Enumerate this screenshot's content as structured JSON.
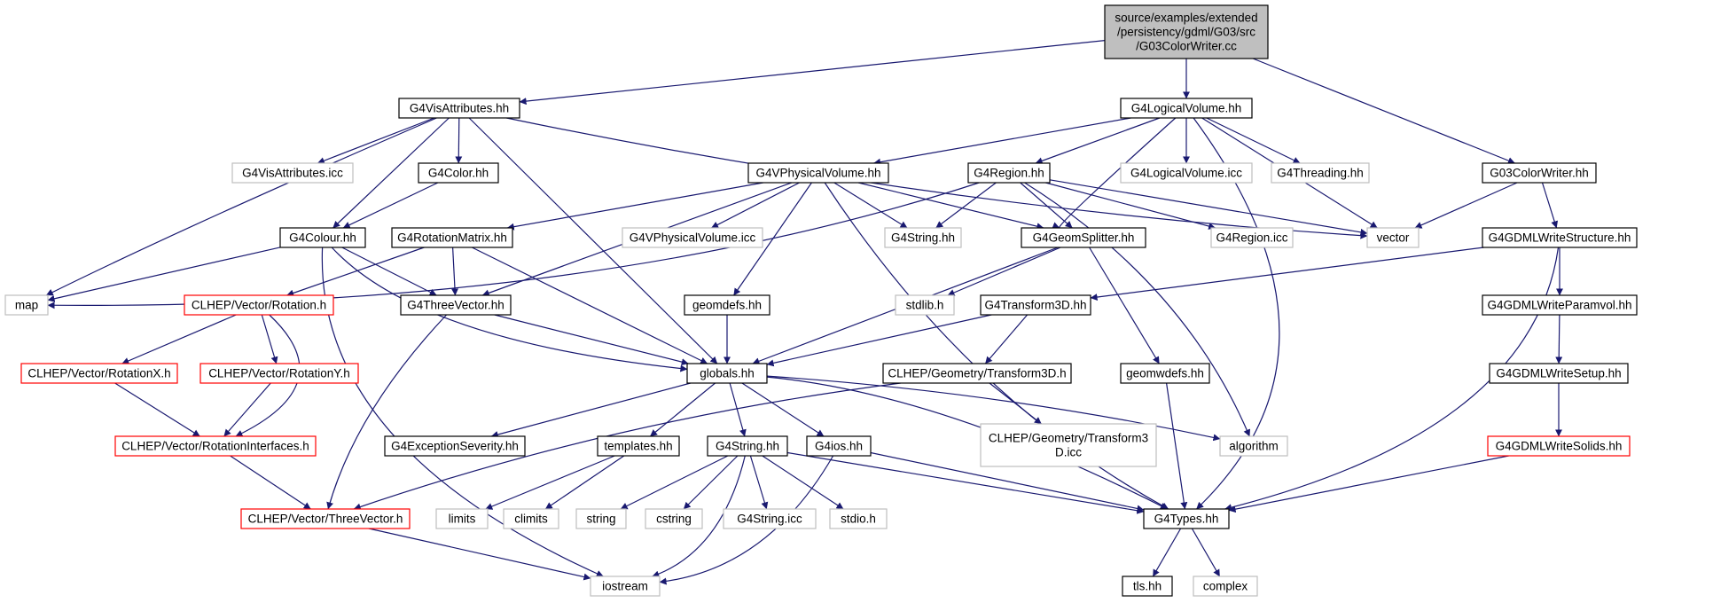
{
  "diagram": {
    "kind": "include dependency graph",
    "colors": {
      "edge": "#191970",
      "text": "#000000",
      "border_normal": "#000000",
      "border_external": "#bfbfbf",
      "border_truncated": "#ff0000",
      "root_fill": "#bfbfbf",
      "fill": "#ffffff"
    },
    "nodes": [
      {
        "id": "root",
        "lines": [
          "source/examples/extended",
          "/persistency/gdml/G03/src",
          "/G03ColorWriter.cc"
        ],
        "style": "root"
      },
      {
        "id": "G4VisAttributes_hh",
        "lines": [
          "G4VisAttributes.hh"
        ],
        "style": "normal"
      },
      {
        "id": "G4LogicalVolume_hh",
        "lines": [
          "G4LogicalVolume.hh"
        ],
        "style": "normal"
      },
      {
        "id": "G03ColorWriter_hh",
        "lines": [
          "G03ColorWriter.hh"
        ],
        "style": "normal"
      },
      {
        "id": "G4VisAttributes_icc",
        "lines": [
          "G4VisAttributes.icc"
        ],
        "style": "external"
      },
      {
        "id": "G4Color_hh",
        "lines": [
          "G4Color.hh"
        ],
        "style": "normal"
      },
      {
        "id": "G4VPhysicalVolume_hh",
        "lines": [
          "G4VPhysicalVolume.hh"
        ],
        "style": "normal"
      },
      {
        "id": "G4Region_hh",
        "lines": [
          "G4Region.hh"
        ],
        "style": "normal"
      },
      {
        "id": "G4LogicalVolume_icc",
        "lines": [
          "G4LogicalVolume.icc"
        ],
        "style": "external"
      },
      {
        "id": "G4Threading_hh",
        "lines": [
          "G4Threading.hh"
        ],
        "style": "external"
      },
      {
        "id": "G4Colour_hh",
        "lines": [
          "G4Colour.hh"
        ],
        "style": "normal"
      },
      {
        "id": "G4RotationMatrix_hh",
        "lines": [
          "G4RotationMatrix.hh"
        ],
        "style": "normal"
      },
      {
        "id": "G4VPhysicalVolume_icc",
        "lines": [
          "G4VPhysicalVolume.icc"
        ],
        "style": "external"
      },
      {
        "id": "G4String_hh_ext",
        "lines": [
          "G4String.hh"
        ],
        "style": "external"
      },
      {
        "id": "G4GeomSplitter_hh",
        "lines": [
          "G4GeomSplitter.hh"
        ],
        "style": "normal"
      },
      {
        "id": "G4Region_icc",
        "lines": [
          "G4Region.icc"
        ],
        "style": "external"
      },
      {
        "id": "vector",
        "lines": [
          "vector"
        ],
        "style": "external"
      },
      {
        "id": "G4GDMLWriteStructure_hh",
        "lines": [
          "G4GDMLWriteStructure.hh"
        ],
        "style": "normal"
      },
      {
        "id": "map",
        "lines": [
          "map"
        ],
        "style": "external"
      },
      {
        "id": "CLHEP_Rotation_h",
        "lines": [
          "CLHEP/Vector/Rotation.h"
        ],
        "style": "truncated"
      },
      {
        "id": "G4ThreeVector_hh",
        "lines": [
          "G4ThreeVector.hh"
        ],
        "style": "normal"
      },
      {
        "id": "geomdefs_hh",
        "lines": [
          "geomdefs.hh"
        ],
        "style": "normal"
      },
      {
        "id": "stdlib_h",
        "lines": [
          "stdlib.h"
        ],
        "style": "external"
      },
      {
        "id": "G4Transform3D_hh",
        "lines": [
          "G4Transform3D.hh"
        ],
        "style": "normal"
      },
      {
        "id": "G4GDMLWriteParamvol_hh",
        "lines": [
          "G4GDMLWriteParamvol.hh"
        ],
        "style": "normal"
      },
      {
        "id": "CLHEP_RotationX_h",
        "lines": [
          "CLHEP/Vector/RotationX.h"
        ],
        "style": "truncated"
      },
      {
        "id": "CLHEP_RotationY_h",
        "lines": [
          "CLHEP/Vector/RotationY.h"
        ],
        "style": "truncated"
      },
      {
        "id": "globals_hh",
        "lines": [
          "globals.hh"
        ],
        "style": "normal"
      },
      {
        "id": "CLHEP_Transform3D_h",
        "lines": [
          "CLHEP/Geometry/Transform3D.h"
        ],
        "style": "normal"
      },
      {
        "id": "geomwdefs_hh",
        "lines": [
          "geomwdefs.hh"
        ],
        "style": "normal"
      },
      {
        "id": "G4GDMLWriteSetup_hh",
        "lines": [
          "G4GDMLWriteSetup.hh"
        ],
        "style": "normal"
      },
      {
        "id": "CLHEP_RotationInterfaces_h",
        "lines": [
          "CLHEP/Vector/RotationInterfaces.h"
        ],
        "style": "truncated"
      },
      {
        "id": "G4ExceptionSeverity_hh",
        "lines": [
          "G4ExceptionSeverity.hh"
        ],
        "style": "normal"
      },
      {
        "id": "templates_hh",
        "lines": [
          "templates.hh"
        ],
        "style": "normal"
      },
      {
        "id": "G4String_hh",
        "lines": [
          "G4String.hh"
        ],
        "style": "normal"
      },
      {
        "id": "G4ios_hh",
        "lines": [
          "G4ios.hh"
        ],
        "style": "normal"
      },
      {
        "id": "CLHEP_Transform3D_icc",
        "lines": [
          "CLHEP/Geometry/Transform3",
          "D.icc"
        ],
        "style": "external"
      },
      {
        "id": "algorithm",
        "lines": [
          "algorithm"
        ],
        "style": "external"
      },
      {
        "id": "G4GDMLWriteSolids_hh",
        "lines": [
          "G4GDMLWriteSolids.hh"
        ],
        "style": "truncated"
      },
      {
        "id": "CLHEP_ThreeVector_h",
        "lines": [
          "CLHEP/Vector/ThreeVector.h"
        ],
        "style": "truncated"
      },
      {
        "id": "limits",
        "lines": [
          "limits"
        ],
        "style": "external"
      },
      {
        "id": "climits",
        "lines": [
          "climits"
        ],
        "style": "external"
      },
      {
        "id": "string",
        "lines": [
          "string"
        ],
        "style": "external"
      },
      {
        "id": "cstring",
        "lines": [
          "cstring"
        ],
        "style": "external"
      },
      {
        "id": "G4String_icc",
        "lines": [
          "G4String.icc"
        ],
        "style": "external"
      },
      {
        "id": "stdio_h",
        "lines": [
          "stdio.h"
        ],
        "style": "external"
      },
      {
        "id": "G4Types_hh",
        "lines": [
          "G4Types.hh"
        ],
        "style": "normal"
      },
      {
        "id": "iostream",
        "lines": [
          "iostream"
        ],
        "style": "external"
      },
      {
        "id": "tls_hh",
        "lines": [
          "tls.hh"
        ],
        "style": "normal"
      },
      {
        "id": "complex",
        "lines": [
          "complex"
        ],
        "style": "external"
      }
    ],
    "edges": [
      [
        "root",
        "G4VisAttributes_hh"
      ],
      [
        "root",
        "G4LogicalVolume_hh"
      ],
      [
        "root",
        "G03ColorWriter_hh"
      ],
      [
        "G4VisAttributes_hh",
        "map"
      ],
      [
        "G4VisAttributes_hh",
        "G4VisAttributes_icc"
      ],
      [
        "G4VisAttributes_hh",
        "G4Color_hh"
      ],
      [
        "G4VisAttributes_hh",
        "G4Colour_hh"
      ],
      [
        "G4VisAttributes_hh",
        "globals_hh"
      ],
      [
        "G4VisAttributes_hh",
        "vector"
      ],
      [
        "G4Color_hh",
        "G4Colour_hh"
      ],
      [
        "G4LogicalVolume_hh",
        "G4VPhysicalVolume_hh"
      ],
      [
        "G4LogicalVolume_hh",
        "G4Region_hh"
      ],
      [
        "G4LogicalVolume_hh",
        "G4LogicalVolume_icc"
      ],
      [
        "G4LogicalVolume_hh",
        "G4Threading_hh"
      ],
      [
        "G4LogicalVolume_hh",
        "vector"
      ],
      [
        "G4LogicalVolume_hh",
        "G4GeomSplitter_hh"
      ],
      [
        "G4LogicalVolume_hh",
        "G4Types_hh"
      ],
      [
        "G03ColorWriter_hh",
        "vector"
      ],
      [
        "G03ColorWriter_hh",
        "G4GDMLWriteStructure_hh"
      ],
      [
        "G4VPhysicalVolume_hh",
        "G4RotationMatrix_hh"
      ],
      [
        "G4VPhysicalVolume_hh",
        "G4ThreeVector_hh"
      ],
      [
        "G4VPhysicalVolume_hh",
        "G4VPhysicalVolume_icc"
      ],
      [
        "G4VPhysicalVolume_hh",
        "G4String_hh_ext"
      ],
      [
        "G4VPhysicalVolume_hh",
        "G4GeomSplitter_hh"
      ],
      [
        "G4VPhysicalVolume_hh",
        "geomdefs_hh"
      ],
      [
        "G4VPhysicalVolume_hh",
        "G4Types_hh"
      ],
      [
        "G4Region_hh",
        "G4String_hh_ext"
      ],
      [
        "G4Region_hh",
        "G4GeomSplitter_hh"
      ],
      [
        "G4Region_hh",
        "G4Region_icc"
      ],
      [
        "G4Region_hh",
        "vector"
      ],
      [
        "G4Region_hh",
        "map"
      ],
      [
        "G4Region_hh",
        "algorithm"
      ],
      [
        "G4Colour_hh",
        "map"
      ],
      [
        "G4Colour_hh",
        "G4ThreeVector_hh"
      ],
      [
        "G4Colour_hh",
        "globals_hh"
      ],
      [
        "G4Colour_hh",
        "iostream"
      ],
      [
        "G4RotationMatrix_hh",
        "CLHEP_Rotation_h"
      ],
      [
        "G4RotationMatrix_hh",
        "G4ThreeVector_hh"
      ],
      [
        "G4RotationMatrix_hh",
        "globals_hh"
      ],
      [
        "G4GeomSplitter_hh",
        "globals_hh"
      ],
      [
        "G4GeomSplitter_hh",
        "stdlib_h"
      ],
      [
        "G4GeomSplitter_hh",
        "geomwdefs_hh"
      ],
      [
        "G4GDMLWriteStructure_hh",
        "G4Transform3D_hh"
      ],
      [
        "G4GDMLWriteStructure_hh",
        "G4GDMLWriteParamvol_hh"
      ],
      [
        "G4GDMLWriteStructure_hh",
        "G4Types_hh"
      ],
      [
        "CLHEP_Rotation_h",
        "CLHEP_RotationX_h"
      ],
      [
        "CLHEP_Rotation_h",
        "CLHEP_RotationY_h"
      ],
      [
        "CLHEP_Rotation_h",
        "CLHEP_RotationInterfaces_h"
      ],
      [
        "G4ThreeVector_hh",
        "globals_hh"
      ],
      [
        "G4ThreeVector_hh",
        "CLHEP_ThreeVector_h"
      ],
      [
        "geomdefs_hh",
        "globals_hh"
      ],
      [
        "G4Transform3D_hh",
        "globals_hh"
      ],
      [
        "G4Transform3D_hh",
        "CLHEP_Transform3D_h"
      ],
      [
        "G4GDMLWriteParamvol_hh",
        "G4GDMLWriteSetup_hh"
      ],
      [
        "CLHEP_RotationX_h",
        "CLHEP_RotationInterfaces_h"
      ],
      [
        "CLHEP_RotationY_h",
        "CLHEP_RotationInterfaces_h"
      ],
      [
        "globals_hh",
        "G4ExceptionSeverity_hh"
      ],
      [
        "globals_hh",
        "templates_hh"
      ],
      [
        "globals_hh",
        "G4String_hh"
      ],
      [
        "globals_hh",
        "G4ios_hh"
      ],
      [
        "globals_hh",
        "algorithm"
      ],
      [
        "globals_hh",
        "G4Types_hh"
      ],
      [
        "CLHEP_Transform3D_h",
        "CLHEP_Transform3D_icc"
      ],
      [
        "CLHEP_Transform3D_h",
        "CLHEP_ThreeVector_h"
      ],
      [
        "geomwdefs_hh",
        "G4Types_hh"
      ],
      [
        "G4GDMLWriteSetup_hh",
        "G4GDMLWriteSolids_hh"
      ],
      [
        "CLHEP_RotationInterfaces_h",
        "CLHEP_ThreeVector_h"
      ],
      [
        "templates_hh",
        "limits"
      ],
      [
        "templates_hh",
        "climits"
      ],
      [
        "G4String_hh",
        "string"
      ],
      [
        "G4String_hh",
        "cstring"
      ],
      [
        "G4String_hh",
        "G4String_icc"
      ],
      [
        "G4String_hh",
        "stdio_h"
      ],
      [
        "G4String_hh",
        "G4Types_hh"
      ],
      [
        "G4String_hh",
        "iostream"
      ],
      [
        "G4ios_hh",
        "G4Types_hh"
      ],
      [
        "G4ios_hh",
        "iostream"
      ],
      [
        "G4GDMLWriteSolids_hh",
        "G4Types_hh"
      ],
      [
        "CLHEP_ThreeVector_h",
        "iostream"
      ],
      [
        "G4Types_hh",
        "tls_hh"
      ],
      [
        "G4Types_hh",
        "complex"
      ]
    ]
  }
}
